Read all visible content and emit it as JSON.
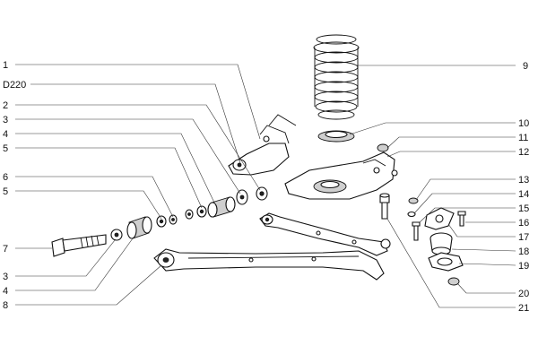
{
  "callouts": {
    "c1": "1",
    "cD220": "D220",
    "c2": "2",
    "c3a": "3",
    "c4a": "4",
    "c5a": "5",
    "c6": "6",
    "c5b": "5",
    "c7": "7",
    "c3b": "3",
    "c4b": "4",
    "c8": "8",
    "c9": "9",
    "c10": "10",
    "c11": "11",
    "c12": "12",
    "c13": "13",
    "c14": "14",
    "c15": "15",
    "c16": "16",
    "c17": "17",
    "c18": "18",
    "c19": "19",
    "c20": "20",
    "c21": "21"
  }
}
